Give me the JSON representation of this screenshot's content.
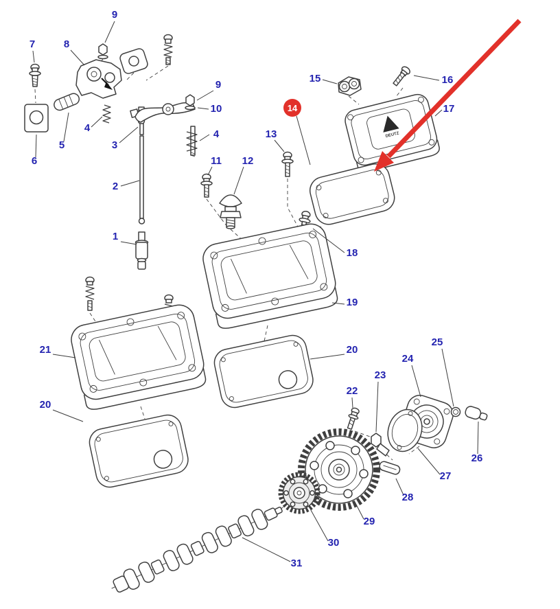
{
  "page": {
    "background": "#ffffff"
  },
  "diagram": {
    "colors": {
      "label": "#2323b0",
      "line": "#3f3f3f",
      "highlight": "#e2312a"
    },
    "highlighted_callout": "14",
    "cover_logo_text": "DEUTZ",
    "callouts": [
      {
        "text": "9"
      },
      {
        "text": "7"
      },
      {
        "text": "8"
      },
      {
        "text": "9"
      },
      {
        "text": "10"
      },
      {
        "text": "15"
      },
      {
        "text": "16"
      },
      {
        "text": "17"
      },
      {
        "text": "14",
        "highlighted": true
      },
      {
        "text": "4"
      },
      {
        "text": "5"
      },
      {
        "text": "3"
      },
      {
        "text": "6"
      },
      {
        "text": "4"
      },
      {
        "text": "13"
      },
      {
        "text": "11"
      },
      {
        "text": "12"
      },
      {
        "text": "2"
      },
      {
        "text": "1"
      },
      {
        "text": "18"
      },
      {
        "text": "19"
      },
      {
        "text": "21"
      },
      {
        "text": "20"
      },
      {
        "text": "20"
      },
      {
        "text": "22"
      },
      {
        "text": "23"
      },
      {
        "text": "24"
      },
      {
        "text": "25"
      },
      {
        "text": "26"
      },
      {
        "text": "27"
      },
      {
        "text": "28"
      },
      {
        "text": "29"
      },
      {
        "text": "30"
      },
      {
        "text": "31"
      }
    ]
  }
}
